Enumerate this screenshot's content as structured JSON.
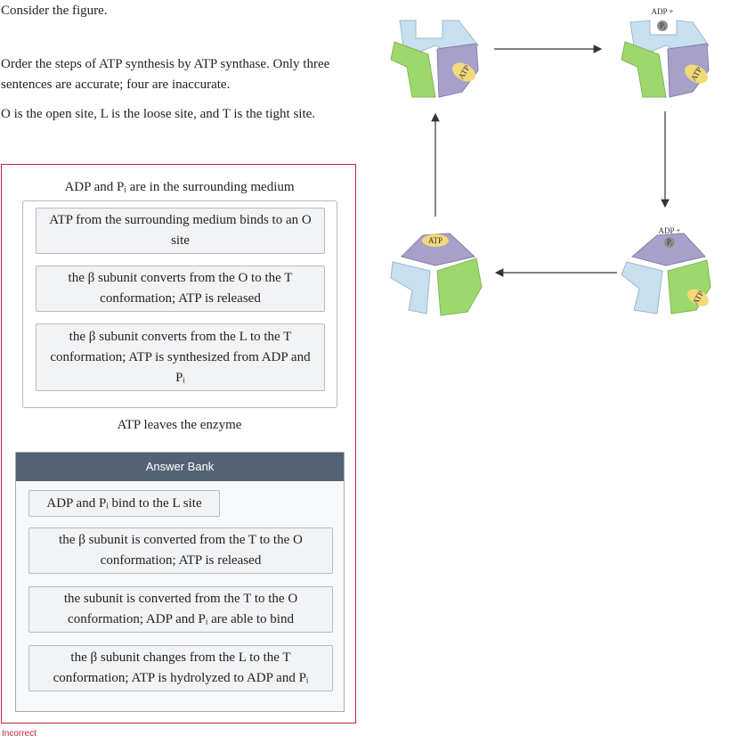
{
  "intro": "Consider the figure.",
  "question": "Order the steps of ATP synthesis by ATP synthase. Only three sentences are accurate; four are inaccurate.",
  "legend": "O is the open site, L is the loose site, and T is the tight site.",
  "sequence": {
    "first": "ADP and Pᵢ are in the surrounding medium",
    "placed": [
      "ATP from the surrounding medium binds to an O site",
      "the β subunit converts from the O to the T conformation; ATP is released",
      "the β subunit converts from the L to the T conformation; ATP is synthesized from ADP and Pᵢ"
    ],
    "last": "ATP leaves the enzyme"
  },
  "answer_bank": {
    "title": "Answer Bank",
    "items": [
      "ADP and Pᵢ bind to the L site",
      "the β subunit is converted from the T to the O conformation; ATP is released",
      "the subunit is converted from the T to the O conformation; ADP and Pᵢ are able to bind",
      "the β subunit changes from the L to the T conformation; ATP is hydrolyzed to ADP and Pᵢ"
    ]
  },
  "status": "Incorrect",
  "figure": {
    "labels": {
      "atp": "ATP",
      "adp_plus": "ADP +",
      "pi": "Pᵢ"
    },
    "colors": {
      "subunit_green": "#9ed86c",
      "subunit_blue": "#c8dff0",
      "subunit_purple": "#a7a1c9",
      "atp_yellow": "#f3d97a",
      "pi_gray": "#8e8e8e",
      "arrow": "#333333"
    }
  }
}
